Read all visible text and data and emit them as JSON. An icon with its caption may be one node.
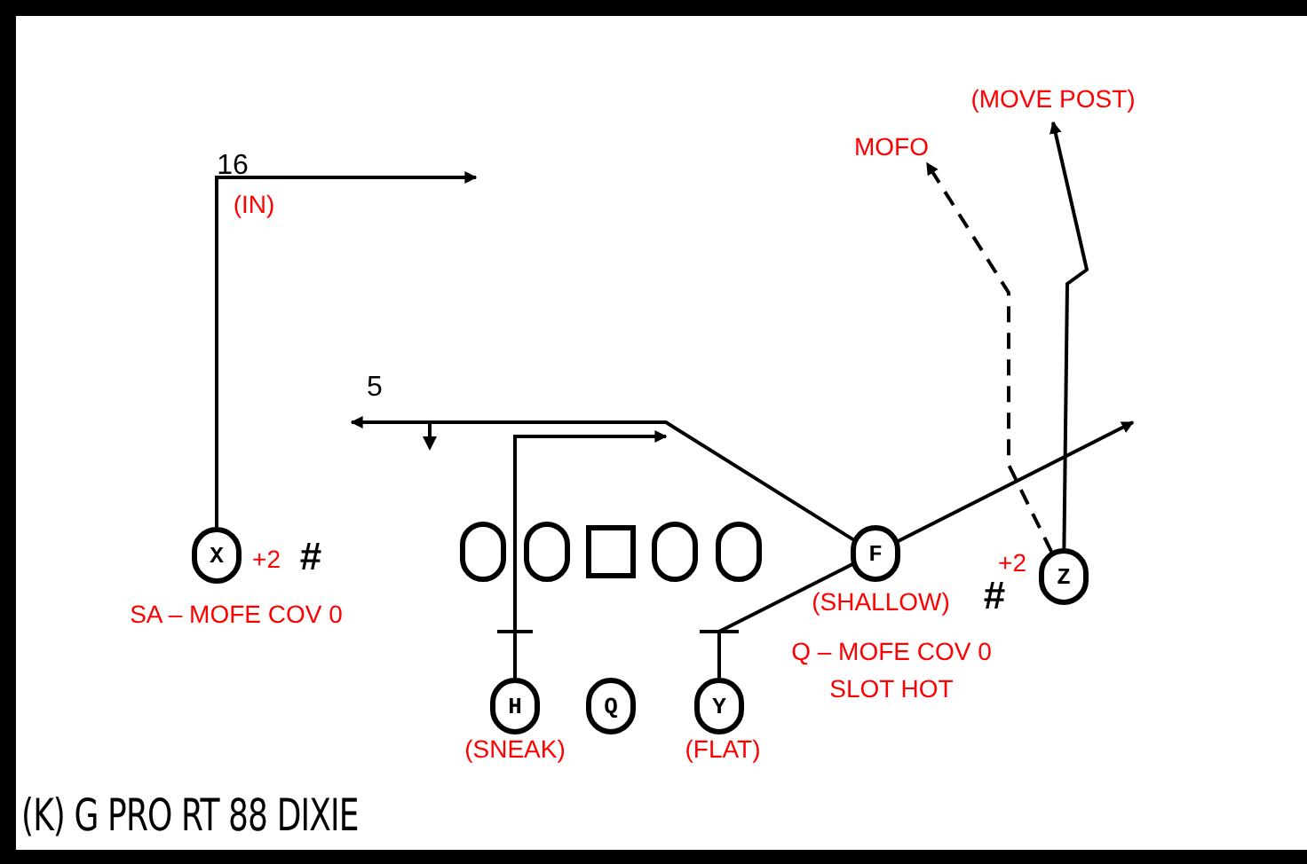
{
  "diagram": {
    "title": "(K) G PRO RT 88 DIXIE",
    "nodes": [
      {
        "text": [
          "X"
        ],
        "beside": [
          "+2",
          "#",
          "SA – MOFE COV 0"
        ]
      },
      {
        "text": [],
        "shape": "circle"
      },
      {
        "text": [],
        "shape": "circle"
      },
      {
        "text": [],
        "shape": "box"
      },
      {
        "text": [],
        "shape": "circle"
      },
      {
        "text": [],
        "shape": "circle"
      },
      {
        "text": [
          "F"
        ],
        "beside": [
          "(SHALLOW)"
        ]
      },
      {
        "text": [
          "Z"
        ],
        "beside": [
          "+2",
          "#"
        ]
      },
      {
        "text": [
          "H"
        ],
        "beside": [
          "(SNEAK)"
        ]
      },
      {
        "text": [
          "Q"
        ]
      },
      {
        "text": [
          "Y"
        ],
        "beside": [
          "(FLAT)"
        ]
      },
      {
        "text": [
          "(MOVE POST)"
        ]
      },
      {
        "text": [
          "MOFO"
        ]
      },
      {
        "text": [
          "5"
        ]
      }
    ],
    "edges": [
      {
        "from": 0,
        "to": null,
        "arrow": "to"
      },
      {
        "from": 6,
        "to": 13,
        "arrow": "to"
      },
      {
        "from": 8,
        "to": null,
        "arrow": "to"
      },
      {
        "from": 10,
        "to": null,
        "arrow": "to"
      },
      {
        "from": 7,
        "to": 12,
        "arrow": "to",
        "style": "dashed"
      },
      {
        "from": 7,
        "to": 11,
        "arrow": "to"
      }
    ],
    "labels": [
      "16",
      "(IN)",
      "Q – MOFE COV 0 SLOT HOT"
    ]
  }
}
